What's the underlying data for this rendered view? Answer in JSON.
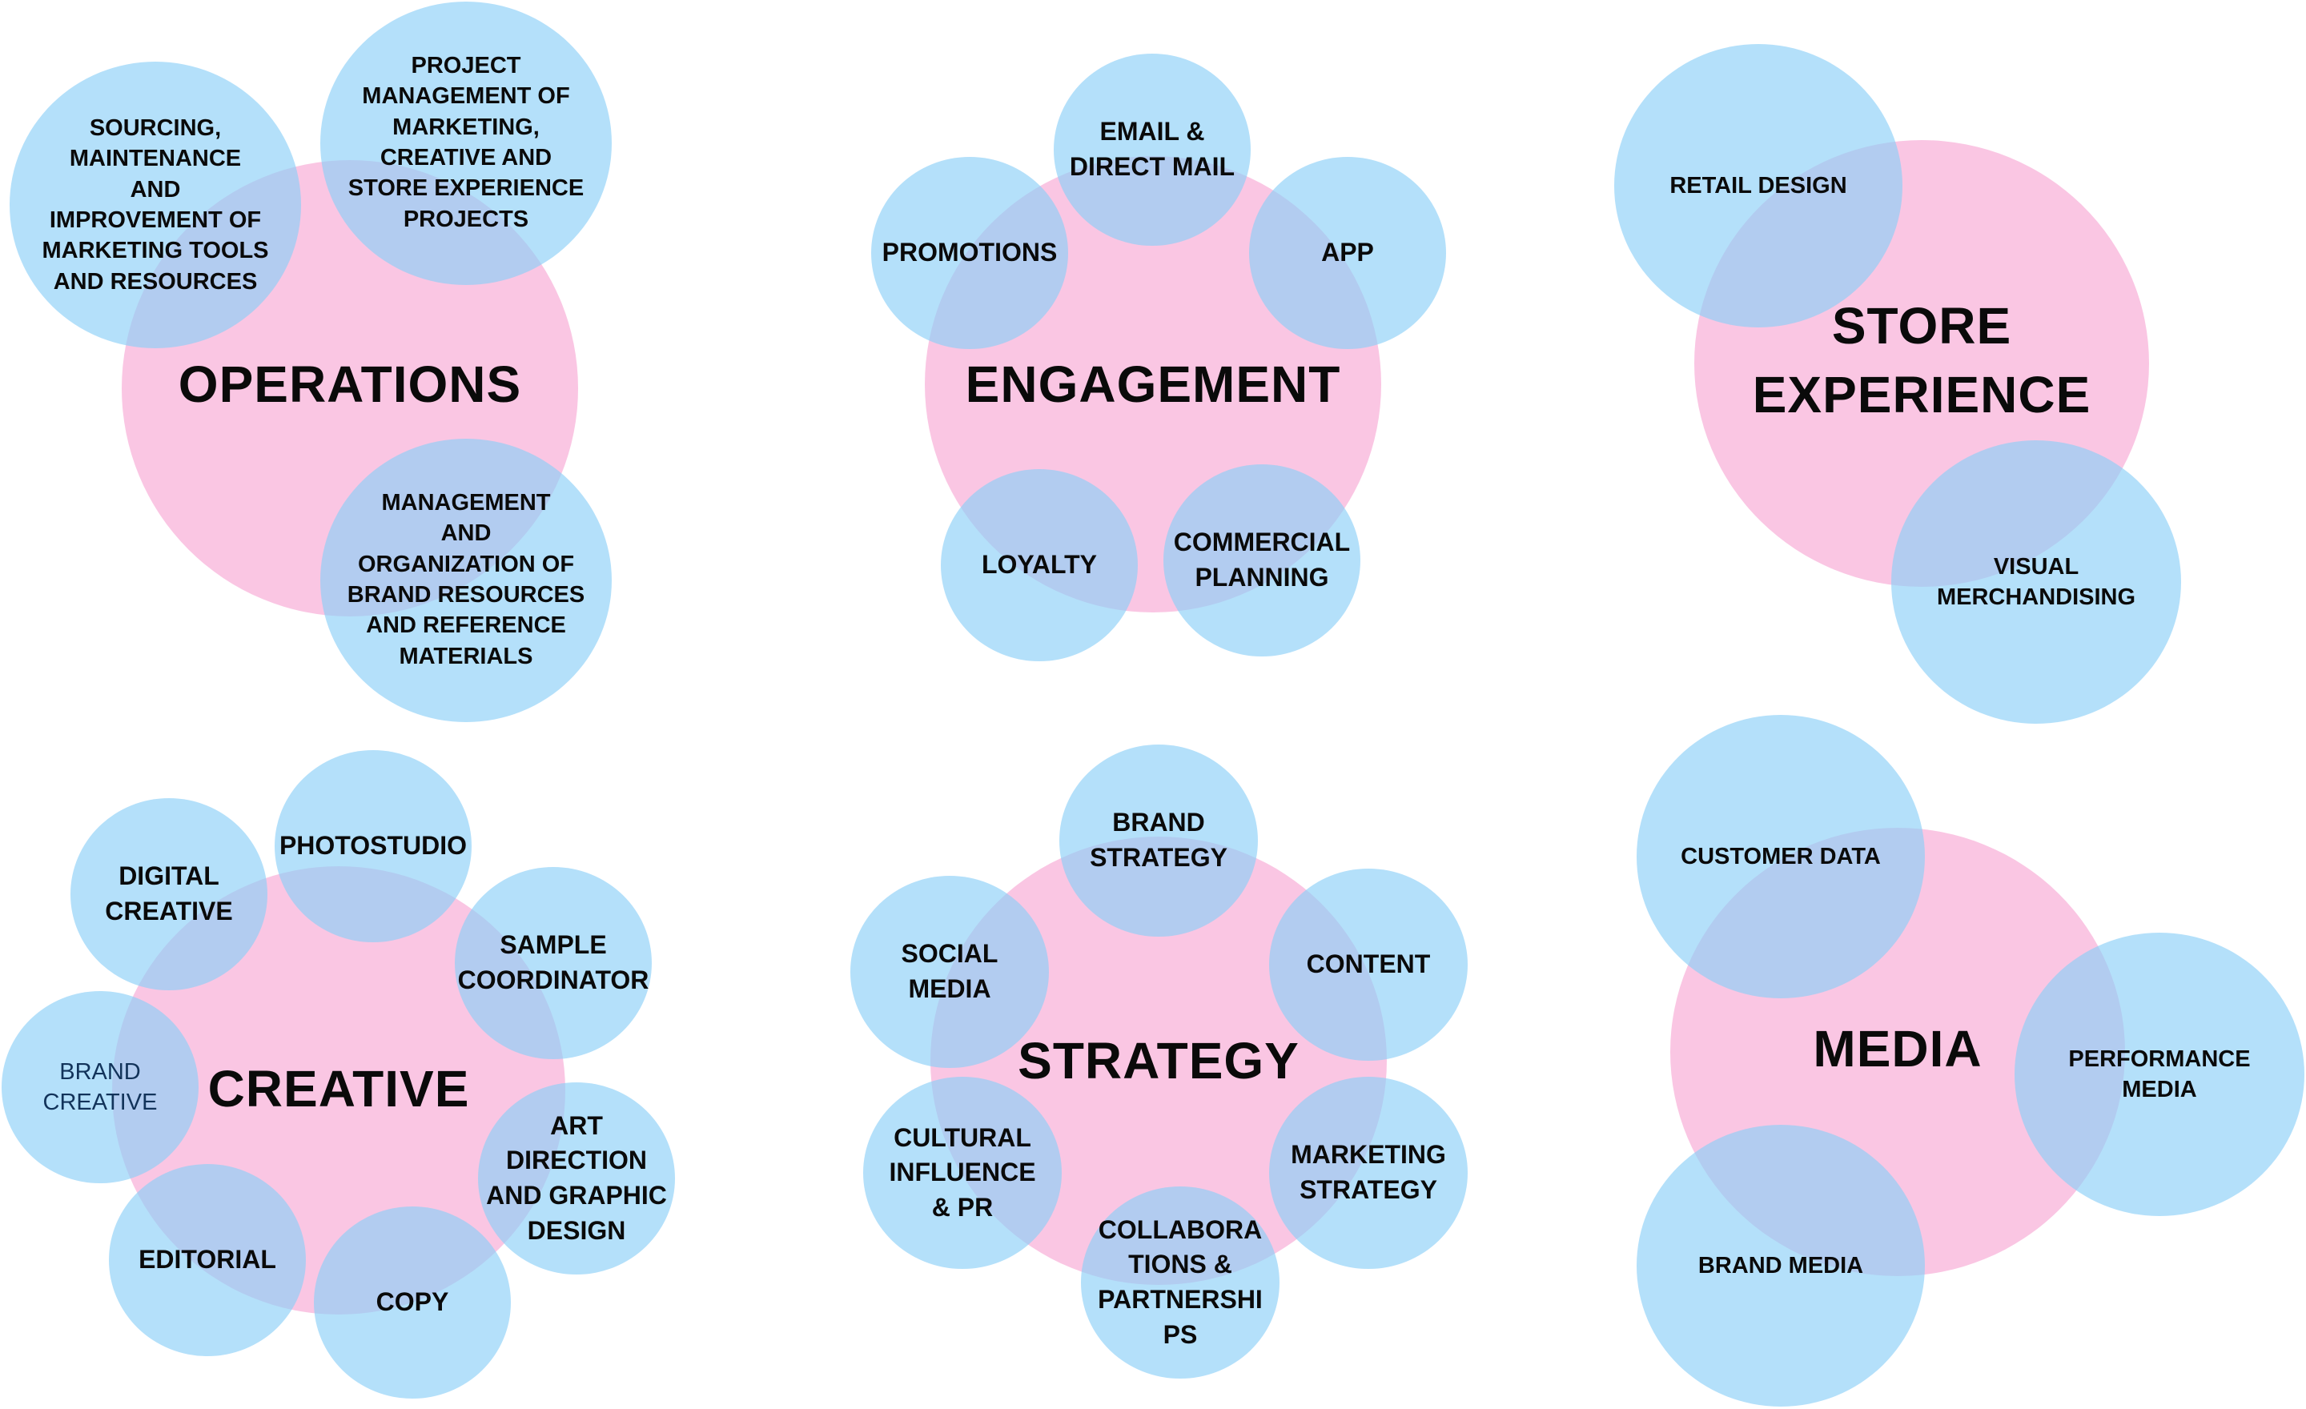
{
  "colors": {
    "main_circle": "#f7a8d4",
    "sub_circle": "#8cd0f8",
    "main_circle_opacity": 0.65,
    "sub_circle_opacity": 0.65
  },
  "groups": [
    {
      "key": "operations",
      "label": "OPERATIONS",
      "subs": [
        "SOURCING,\nMAINTENANCE\nAND\nIMPROVEMENT OF\nMARKETING TOOLS\nAND RESOURCES",
        "PROJECT\nMANAGEMENT OF\nMARKETING,\nCREATIVE AND\nSTORE EXPERIENCE\nPROJECTS",
        "MANAGEMENT\nAND\nORGANIZATION OF\nBRAND RESOURCES\nAND REFERENCE\nMATERIALS"
      ]
    },
    {
      "key": "engagement",
      "label": "ENGAGEMENT",
      "subs": [
        "EMAIL &\nDIRECT MAIL",
        "PROMOTIONS",
        "APP",
        "LOYALTY",
        "COMMERCIAL\nPLANNING"
      ]
    },
    {
      "key": "store-experience",
      "label": "STORE\nEXPERIENCE",
      "subs": [
        "RETAIL DESIGN",
        "VISUAL\nMERCHANDISING"
      ]
    },
    {
      "key": "creative",
      "label": "CREATIVE",
      "subs": [
        "DIGITAL\nCREATIVE",
        "PHOTOSTUDIO",
        "SAMPLE\nCOORDINATOR",
        "BRAND\nCREATIVE",
        "ART\nDIRECTION\nAND GRAPHIC\nDESIGN",
        "EDITORIAL",
        "COPY"
      ]
    },
    {
      "key": "strategy",
      "label": "STRATEGY",
      "subs": [
        "BRAND\nSTRATEGY",
        "SOCIAL\nMEDIA",
        "CONTENT",
        "CULTURAL\nINFLUENCE\n& PR",
        "MARKETING\nSTRATEGY",
        "COLLABORA\nTIONS &\nPARTNERSHI\nPS"
      ]
    },
    {
      "key": "media",
      "label": "MEDIA",
      "subs": [
        "CUSTOMER DATA",
        "PERFORMANCE\nMEDIA",
        "BRAND MEDIA"
      ]
    }
  ]
}
